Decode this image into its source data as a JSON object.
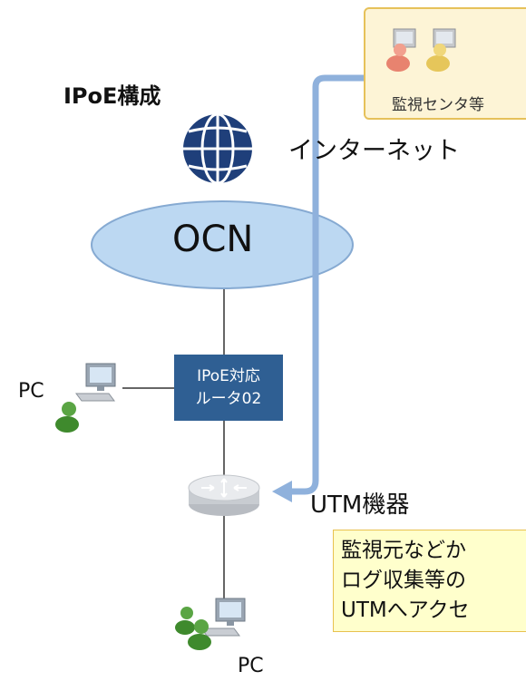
{
  "title": "IPoE構成",
  "monitoring_center": {
    "label": "監視センタ等"
  },
  "internet": {
    "label": "インターネット"
  },
  "ocn": {
    "label": "OCN"
  },
  "router": {
    "line1": "IPoE対応",
    "line2": "ルータ02"
  },
  "pc_left": {
    "label": "PC"
  },
  "pc_bottom": {
    "label": "PC"
  },
  "utm": {
    "label": "UTM機器"
  },
  "note": {
    "lines": [
      "監視元などか",
      "ログ収集等の",
      "UTMへアクセ"
    ]
  },
  "colors": {
    "access_arrow": "#8fb1dc",
    "router_box": "#2f5f93",
    "ocn_cloud": "#bcd8f2",
    "globe": "#1f3f7a",
    "note_bg": "#ffffcc",
    "note_border": "#e8c24f",
    "monitor_box_bg": "#fdf4d6",
    "monitor_box_border": "#e6c15a",
    "user_green": "#4f9a3a"
  }
}
